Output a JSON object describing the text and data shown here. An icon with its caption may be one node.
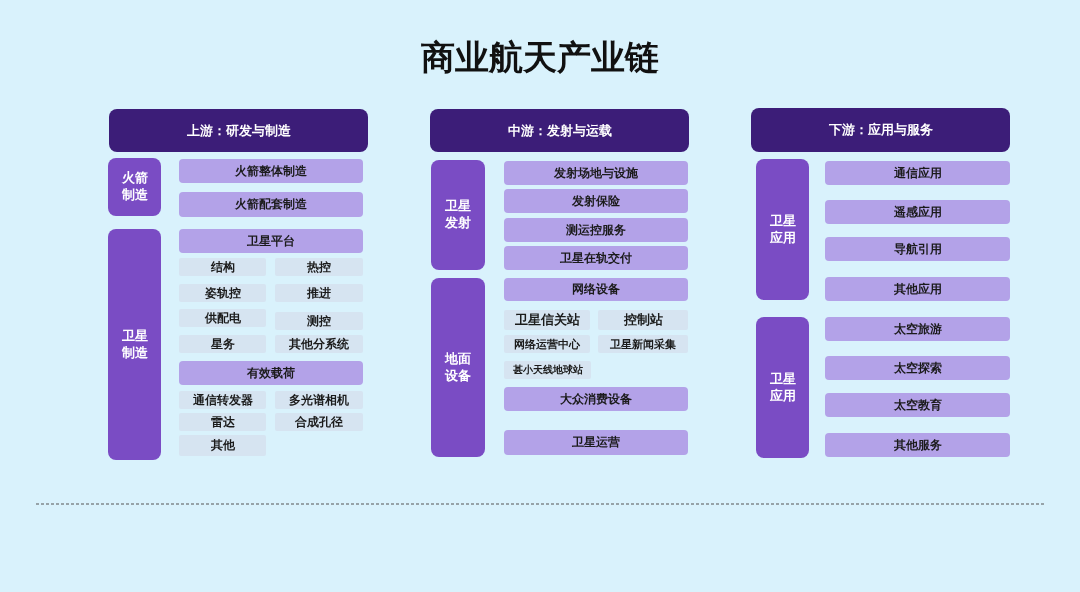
{
  "diagram": {
    "title": "商业航天产业链",
    "nodes": [
      {
        "text": [
          "上游：研发与制造"
        ]
      },
      {
        "text": [
          "火箭制造"
        ]
      },
      {
        "text": [
          "火箭整体制造"
        ]
      },
      {
        "text": [
          "火箭配套制造"
        ]
      },
      {
        "text": [
          "卫星制造"
        ]
      },
      {
        "text": [
          "卫星平台"
        ]
      },
      {
        "text": [
          "结构"
        ]
      },
      {
        "text": [
          "热控"
        ]
      },
      {
        "text": [
          "姿轨控"
        ]
      },
      {
        "text": [
          "推进"
        ]
      },
      {
        "text": [
          "供配电"
        ]
      },
      {
        "text": [
          "测控"
        ]
      },
      {
        "text": [
          "星务"
        ]
      },
      {
        "text": [
          "其他分系统"
        ]
      },
      {
        "text": [
          "有效载荷"
        ]
      },
      {
        "text": [
          "通信转发器"
        ]
      },
      {
        "text": [
          "多光谱相机"
        ]
      },
      {
        "text": [
          "雷达"
        ]
      },
      {
        "text": [
          "合成孔径"
        ]
      },
      {
        "text": [
          "其他"
        ]
      },
      {
        "text": [
          "中游：发射与运载"
        ]
      },
      {
        "text": [
          "卫星发射"
        ]
      },
      {
        "text": [
          "发射场地与设施"
        ]
      },
      {
        "text": [
          "发射保险"
        ]
      },
      {
        "text": [
          "测运控服务"
        ]
      },
      {
        "text": [
          "卫星在轨交付"
        ]
      },
      {
        "text": [
          "地面设备"
        ]
      },
      {
        "text": [
          "网络设备"
        ]
      },
      {
        "text": [
          "卫星信关站"
        ]
      },
      {
        "text": [
          "控制站"
        ]
      },
      {
        "text": [
          "网络运营中心"
        ]
      },
      {
        "text": [
          "卫星新闻采集"
        ]
      },
      {
        "text": [
          "甚小天线地球站"
        ]
      },
      {
        "text": [
          "大众消费设备"
        ]
      },
      {
        "text": [
          "卫星运营"
        ]
      },
      {
        "text": [
          "下游：应用与服务"
        ]
      },
      {
        "text": [
          "卫星应用"
        ]
      },
      {
        "text": [
          "通信应用"
        ]
      },
      {
        "text": [
          "遥感应用"
        ]
      },
      {
        "text": [
          "导航引用"
        ]
      },
      {
        "text": [
          "其他应用"
        ]
      },
      {
        "text": [
          "卫星应用"
        ]
      },
      {
        "text": [
          "太空旅游"
        ]
      },
      {
        "text": [
          "太空探索"
        ]
      },
      {
        "text": [
          "太空教育"
        ]
      },
      {
        "text": [
          "其他服务"
        ]
      }
    ]
  }
}
